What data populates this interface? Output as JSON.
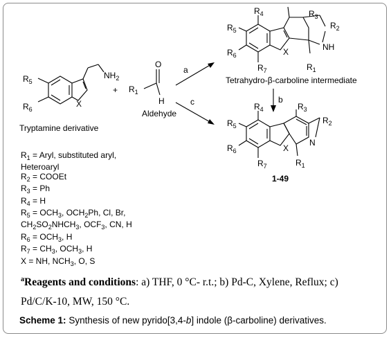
{
  "labels": {
    "R5_a": "R",
    "R6_a": "R",
    "NH2": "NH",
    "X_a": "X",
    "plus": "+",
    "R1_ald": "R",
    "O_ald": "O",
    "H_ald": "H",
    "tryptamine": "Tryptamine derivative",
    "aldehyde": "Aldehyde",
    "arrow_a": "a",
    "arrow_b": "b",
    "arrow_c": "c",
    "intermediate": "Tetrahydro-β-carboline intermediate",
    "compound": "1-49",
    "NH": "NH",
    "N": "N",
    "X": "X"
  },
  "substituents": [
    "R1 = Aryl, substituted aryl,",
    "Heteroaryl",
    "R2 = COOEt",
    "R3 = Ph",
    "R4 = H",
    "R5 = OCH3, OCH2Ph, Cl, Br,",
    "CH2SO2NHCH3, OCF3, CN, H",
    "R6 = OCH3, H",
    "R7 = CH3, OCH3, H",
    "X = NH, NCH3, O, S"
  ],
  "conditions": {
    "prefix": "a",
    "heading": "Reagents and conditions",
    "text_line1": ": a) THF, 0 °C- r.t.; b) Pd-C, Xylene, Reflux; c)",
    "text_line2": "Pd/C/K-10, MW, 150 °C."
  },
  "caption": {
    "label": "Scheme 1:",
    "text": "Synthesis of new pyrido[3,4-",
    "italic": "b",
    "text_end": "] indole (β-carboline) derivatives."
  }
}
